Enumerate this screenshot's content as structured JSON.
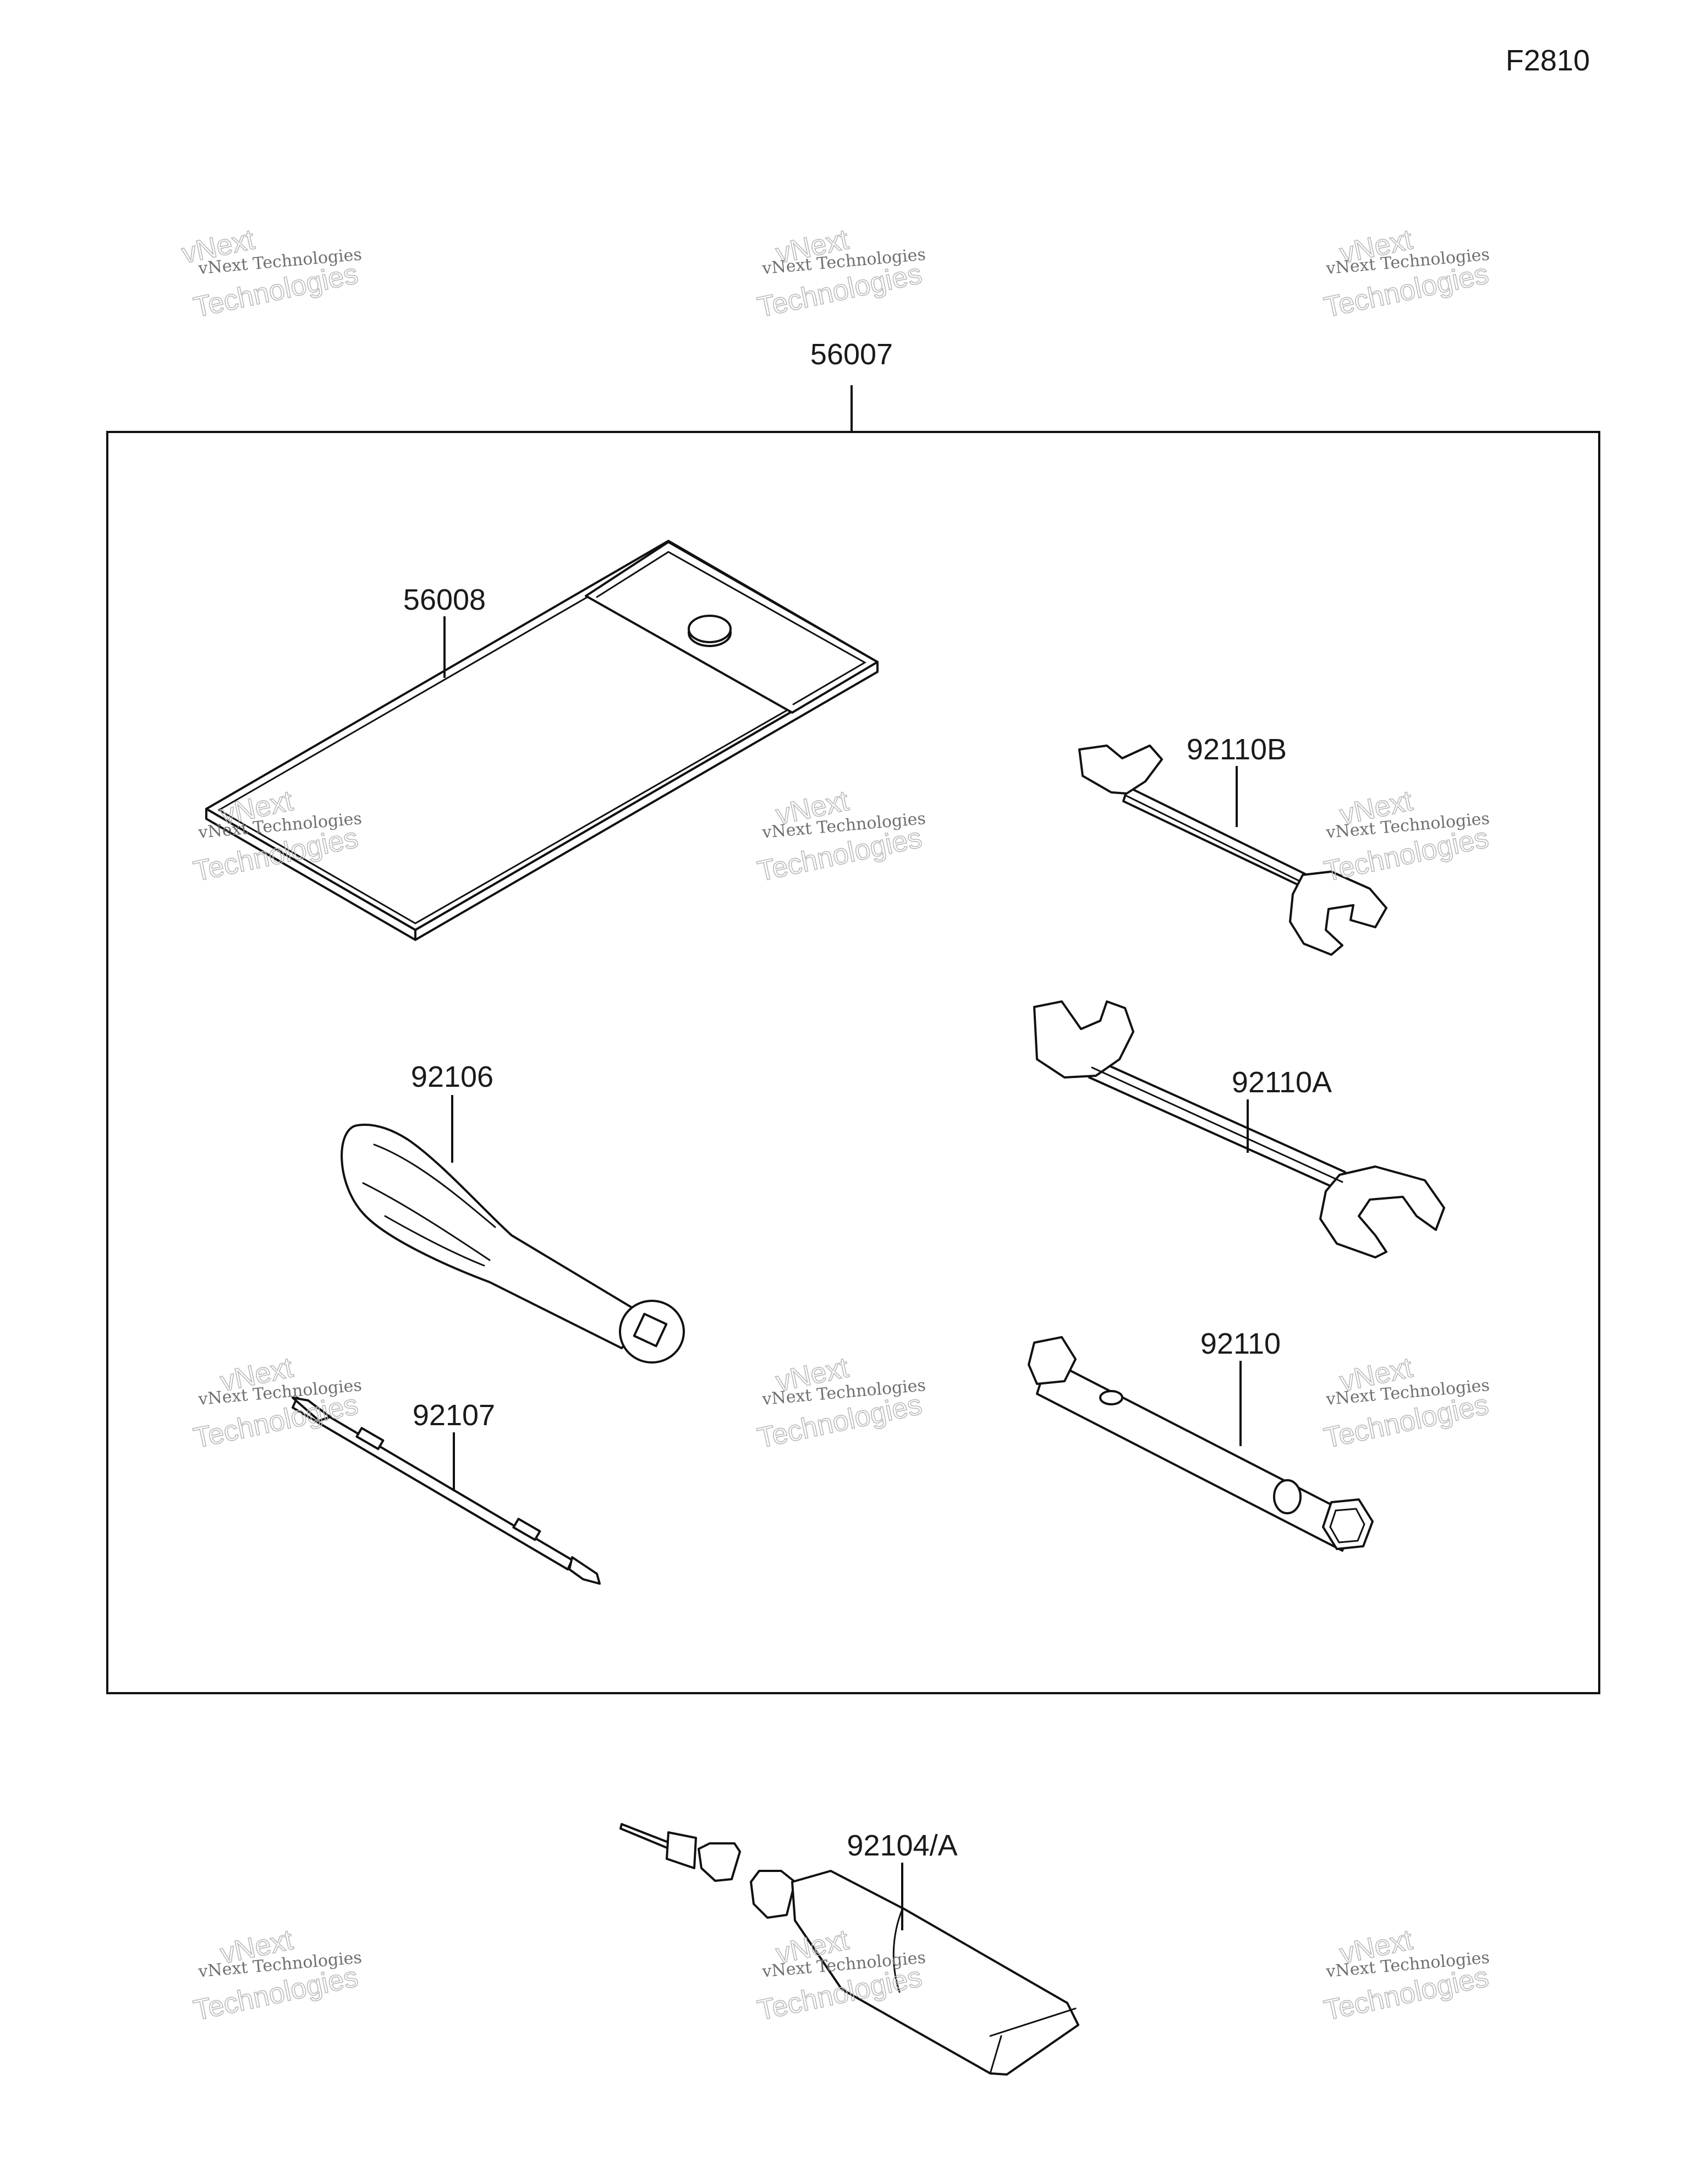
{
  "figure_code": "F2810",
  "callouts": {
    "tool_kit": "56007",
    "tool_bag": "56008",
    "wrench_b": "92110B",
    "wrench_a": "92110A",
    "screwdriver_grip": "92106",
    "screwdriver_bit": "92107",
    "box_wrench": "92110",
    "grease": "92104/A"
  },
  "watermark": {
    "line1": "vNext Technologies",
    "line2": "vNext",
    "line3": "Technologies"
  }
}
